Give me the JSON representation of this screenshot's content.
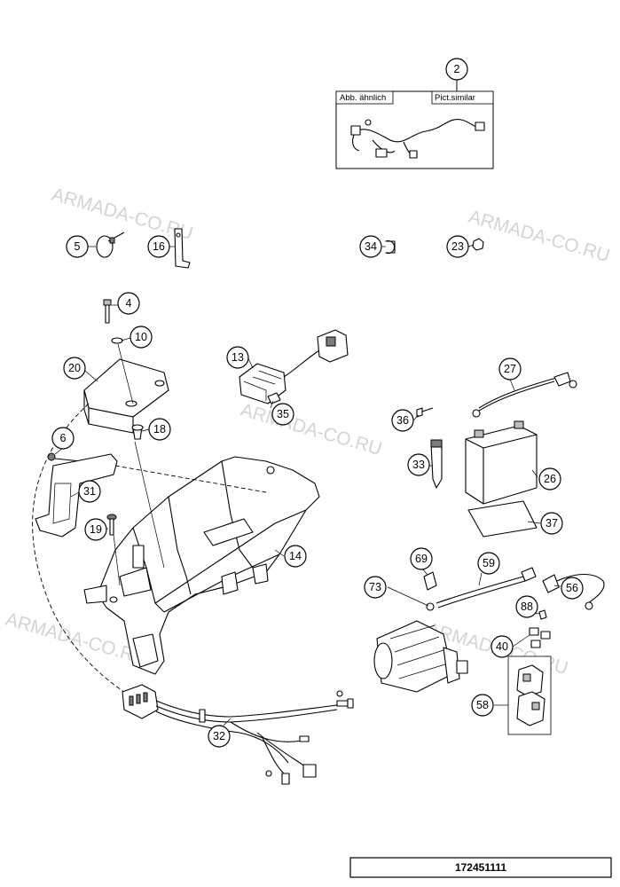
{
  "watermarks": [
    "ARMADA-CO.RU",
    "ARMADA-CO.RU",
    "ARMADA-CO.RU",
    "ARMADA-CO.RU",
    "ARMADA-CO.RU"
  ],
  "inset": {
    "label_left": "Abb. ähnlich",
    "label_right": "Pict.similar"
  },
  "callouts": [
    "2",
    "5",
    "16",
    "34",
    "23",
    "4",
    "10",
    "20",
    "13",
    "35",
    "27",
    "36",
    "18",
    "6",
    "33",
    "26",
    "31",
    "19",
    "14",
    "37",
    "69",
    "59",
    "73",
    "56",
    "88",
    "40",
    "58",
    "32"
  ],
  "footer": {
    "code": "172451111"
  }
}
